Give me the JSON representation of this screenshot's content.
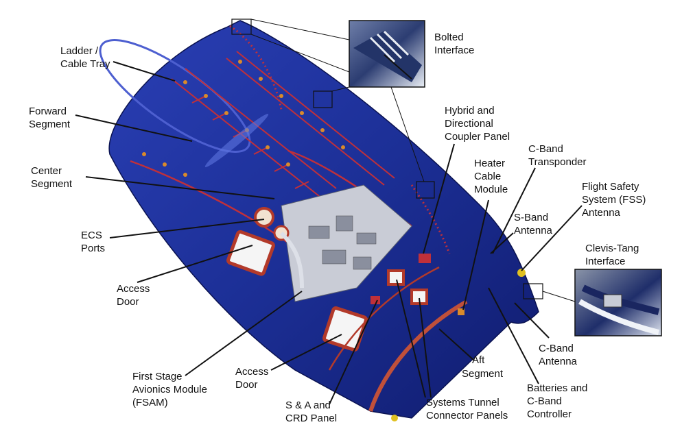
{
  "labels": {
    "ladder": [
      "Ladder /",
      "Cable Tray"
    ],
    "forward": [
      "Forward",
      "Segment"
    ],
    "center": [
      "Center",
      "Segment"
    ],
    "ecs": [
      "ECS",
      "Ports"
    ],
    "access1": [
      "Access",
      "Door"
    ],
    "fsam": [
      "First Stage",
      "Avionics Module",
      "(FSAM)"
    ],
    "access2": [
      "Access",
      "Door"
    ],
    "sa": [
      "S & A and",
      "CRD Panel"
    ],
    "tunnel": [
      "Systems Tunnel",
      "Connector Panels"
    ],
    "aft": [
      "Aft",
      "Segment"
    ],
    "batteries": [
      "Batteries and",
      "C-Band",
      "Controller"
    ],
    "cband_ant": [
      "C-Band",
      "Antenna"
    ],
    "clevis": [
      "Clevis-Tang",
      "Interface"
    ],
    "fss": [
      "Flight Safety",
      "System (FSS)",
      "Antenna"
    ],
    "sband": [
      "S-Band",
      "Antenna"
    ],
    "transponder": [
      "C-Band",
      "Transponder"
    ],
    "heater": [
      "Heater",
      "Cable",
      "Module"
    ],
    "hybrid": [
      "Hybrid and",
      "Directional",
      "Coupler Panel"
    ],
    "bolted": [
      "Bolted",
      "Interface"
    ]
  },
  "colors": {
    "body": "#1c2f96",
    "body_dark": "#0f1a66",
    "body_light": "#3451c9",
    "detail_red": "#b33a2a",
    "detail_orange": "#d98a2b",
    "leader": "#111111"
  }
}
